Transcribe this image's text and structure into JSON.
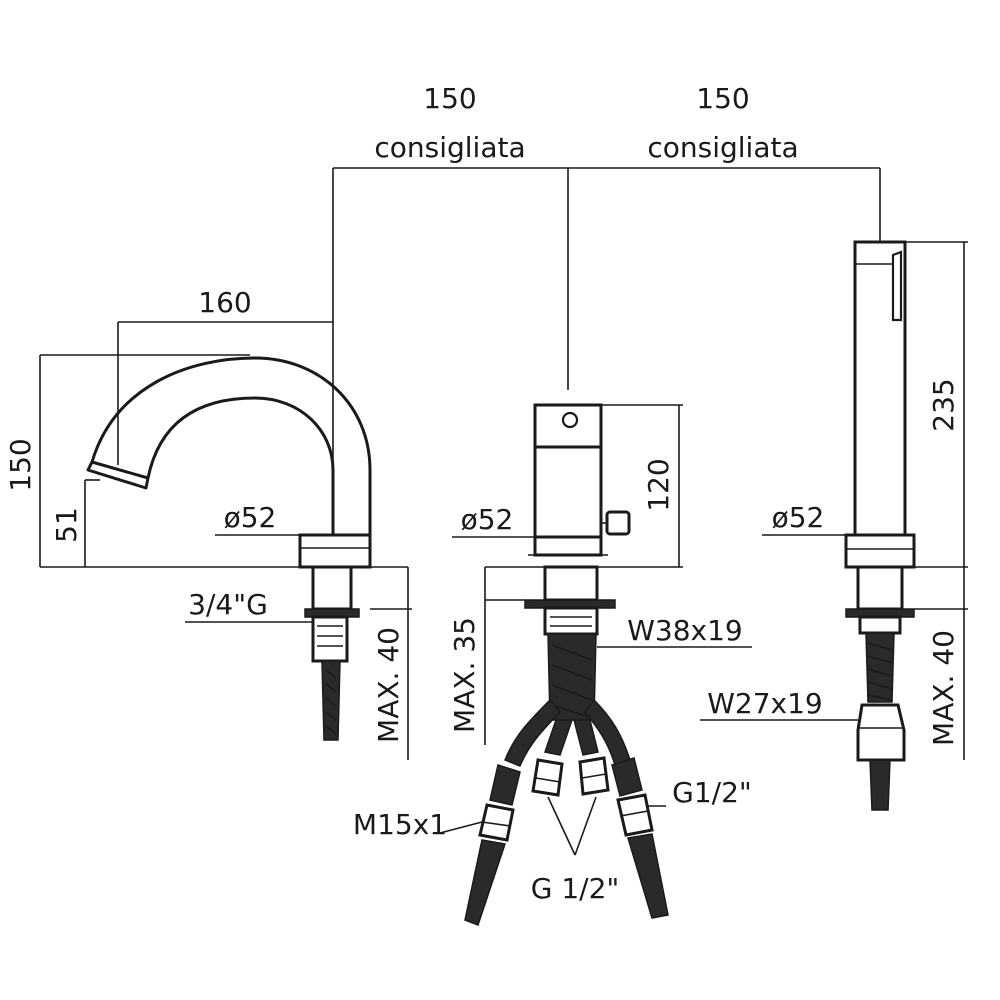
{
  "dimensions": {
    "spacing_left_value": "150",
    "spacing_left_note": "consigliata",
    "spacing_right_value": "150",
    "spacing_right_note": "consigliata",
    "spout_reach": "160",
    "spout_height": "150",
    "spout_outlet_height": "51",
    "spout_base_dia": "ø52",
    "mixer_base_dia": "ø52",
    "mixer_height": "120",
    "shower_base_dia": "ø52",
    "shower_height": "235",
    "spout_thread": "3/4\"G",
    "spout_max_deck": "MAX. 40",
    "mixer_max_deck": "MAX. 35",
    "mixer_nut": "W38x19",
    "shower_nut": "W27x19",
    "shower_max_deck": "MAX. 40",
    "hose_m15": "M15x1",
    "hose_g12_right": "G1/2\"",
    "hose_g12_bottom": "G 1/2\""
  }
}
